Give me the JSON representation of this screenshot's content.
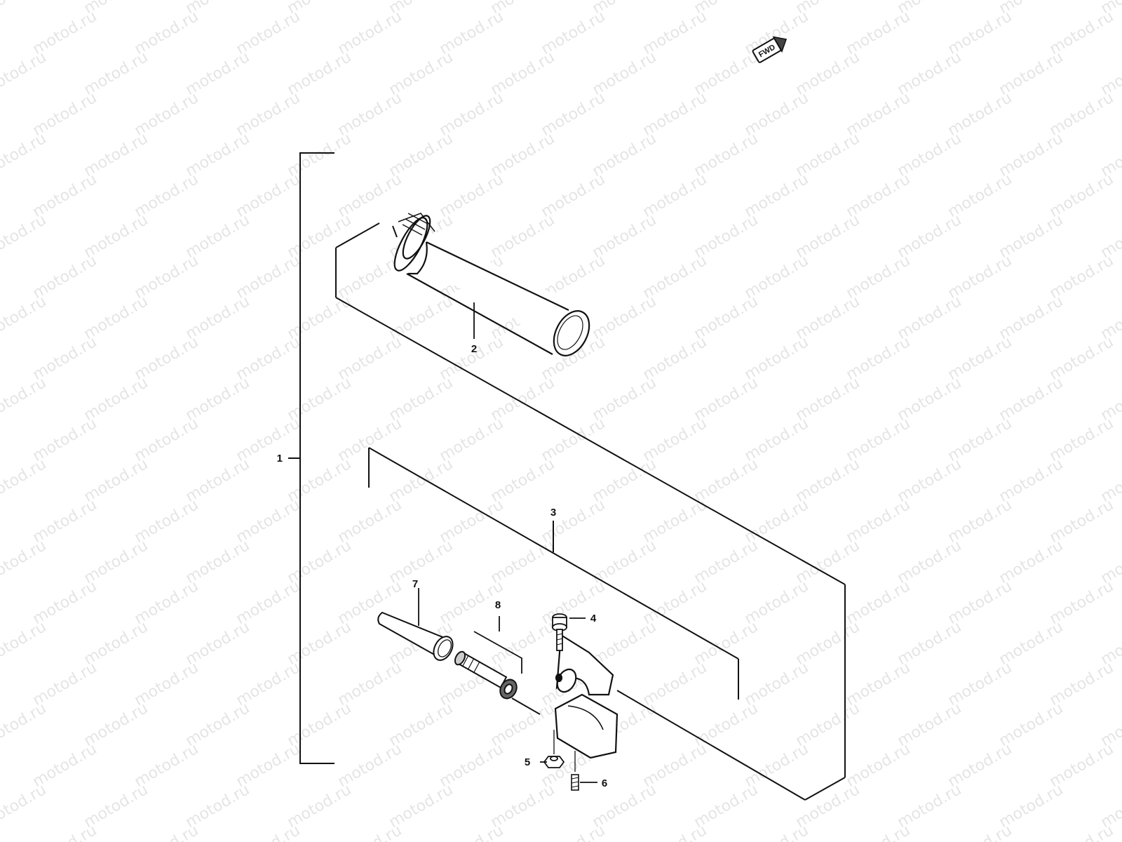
{
  "watermark": {
    "text": "motod.ru",
    "color": "#000000"
  },
  "fwd_badge": {
    "label": "FWD",
    "icon": "forward-arrow-icon"
  },
  "callouts": {
    "c1": "1",
    "c2": "2",
    "c3": "3",
    "c4": "4",
    "c5": "5",
    "c6": "6",
    "c7": "7",
    "c8": "8"
  },
  "parts": {
    "grip": "throttle-grip-icon",
    "cable_boot": "cable-boot-icon",
    "drum_shaft": "throttle-drum-shaft-icon",
    "housing": "throttle-housing-clamp-icon",
    "screw": "screw-icon",
    "nut": "nut-icon",
    "set_screw": "set-screw-icon"
  },
  "colors": {
    "line": "#111111",
    "background": "#ffffff"
  }
}
